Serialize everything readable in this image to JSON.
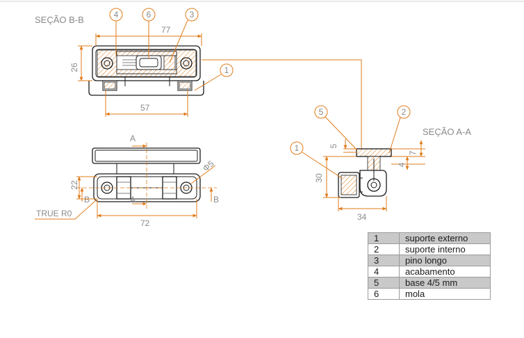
{
  "views": {
    "section_bb": "SEÇÃO B-B",
    "section_aa": "SEÇÃO A-A"
  },
  "dimensions": {
    "bb_width_top": "77",
    "bb_height": "26",
    "bb_width_bottom": "57",
    "front_height": "22",
    "front_width": "72",
    "front_hole": "Φ5",
    "aa_top_5": "5",
    "aa_right_7": "7",
    "aa_right_4": "4",
    "aa_height": "30",
    "aa_width": "34"
  },
  "markers": {
    "a_top": "A",
    "a_bottom": "A",
    "b_left": "B",
    "b_right": "B",
    "true_r0": "TRUE R0"
  },
  "balloons": {
    "bb_4": "4",
    "bb_6": "6",
    "bb_3": "3",
    "bb_1": "1",
    "aa_5": "5",
    "aa_2": "2",
    "aa_1": "1"
  },
  "parts": [
    {
      "num": "1",
      "desc": "suporte externo"
    },
    {
      "num": "2",
      "desc": "suporte interno"
    },
    {
      "num": "3",
      "desc": "pino longo"
    },
    {
      "num": "4",
      "desc": "acabamento"
    },
    {
      "num": "5",
      "desc": "base 4/5 mm"
    },
    {
      "num": "6",
      "desc": "mola"
    }
  ]
}
